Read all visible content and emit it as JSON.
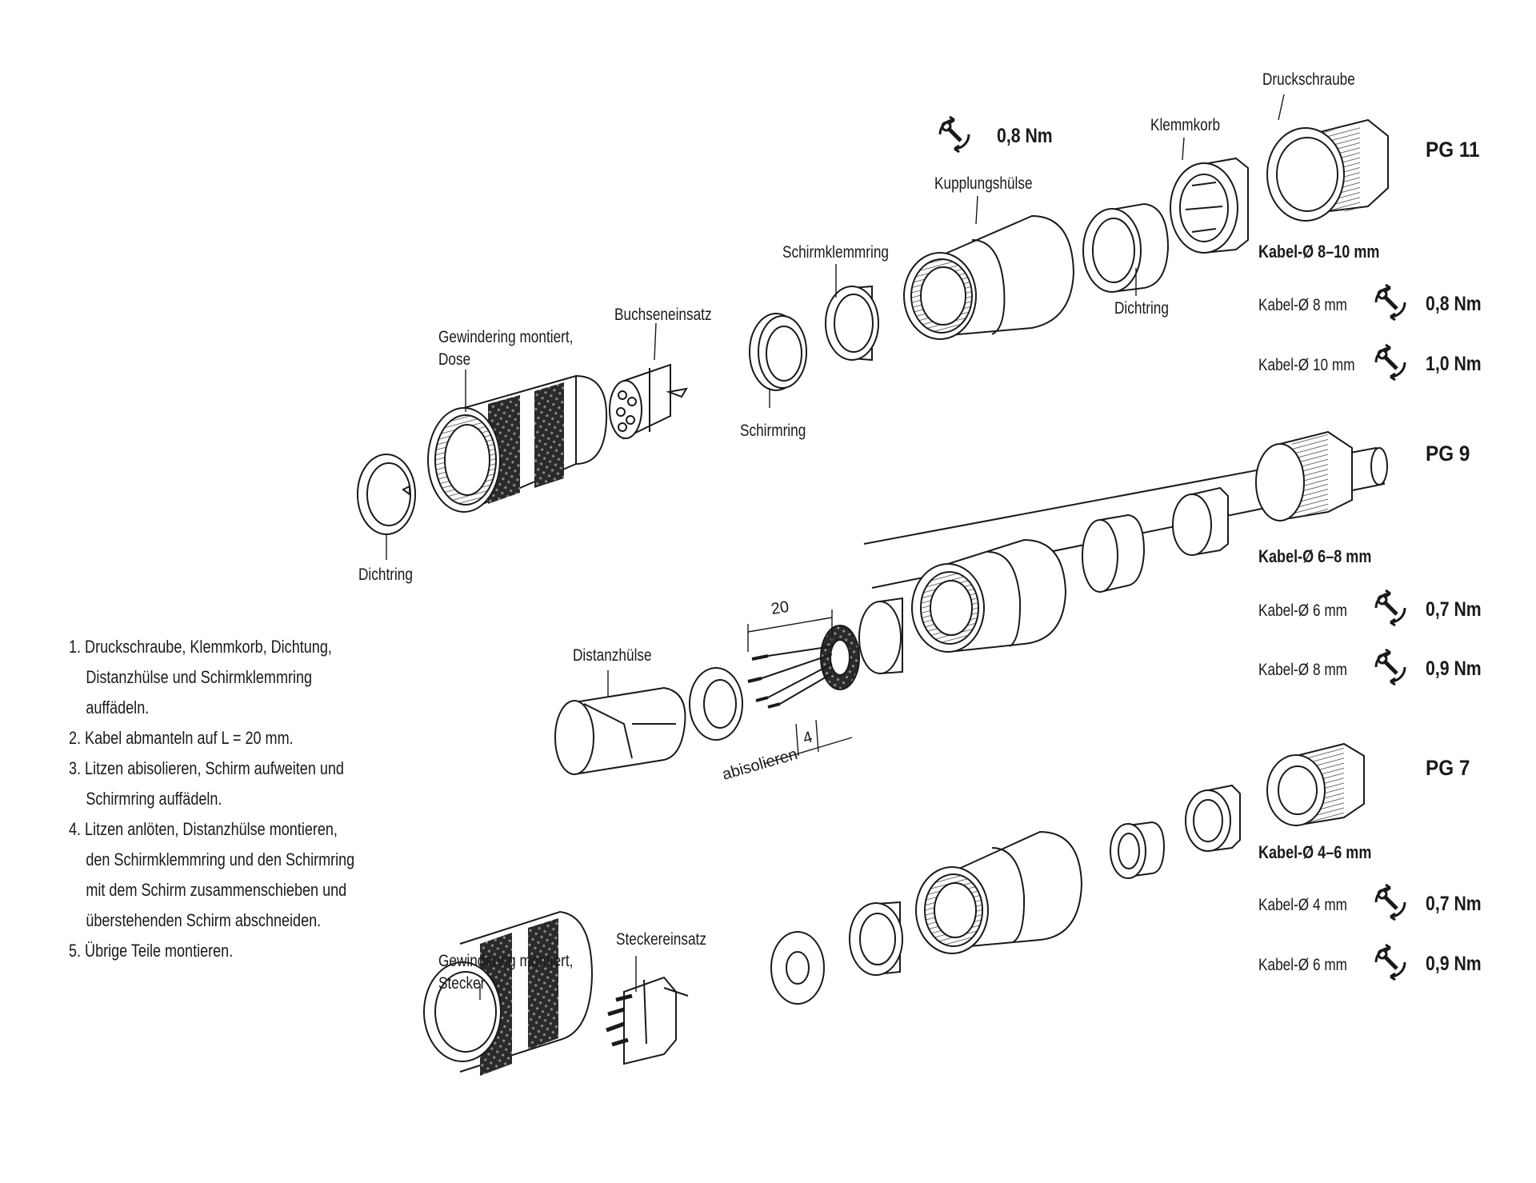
{
  "pg11": {
    "title": "PG 11",
    "cable": "Kabel-Ø 8–10 mm",
    "rows": [
      {
        "label": "Kabel-Ø 8 mm",
        "torque": "0,8 Nm"
      },
      {
        "label": "Kabel-Ø 10 mm",
        "torque": "1,0 Nm"
      }
    ]
  },
  "pg9": {
    "title": "PG 9",
    "cable": "Kabel-Ø 6–8 mm",
    "rows": [
      {
        "label": "Kabel-Ø 6 mm",
        "torque": "0,7 Nm"
      },
      {
        "label": "Kabel-Ø 8 mm",
        "torque": "0,9 Nm"
      }
    ]
  },
  "pg7": {
    "title": "PG 7",
    "cable": "Kabel-Ø 4–6 mm",
    "rows": [
      {
        "label": "Kabel-Ø 4 mm",
        "torque": "0,7 Nm"
      },
      {
        "label": "Kabel-Ø 6 mm",
        "torque": "0,9 Nm"
      }
    ]
  },
  "coupling_torque": "0,8 Nm",
  "labels": {
    "druckschraube": "Druckschraube",
    "klemmkorb": "Klemmkorb",
    "kupplungshuelse": "Kupplungshülse",
    "schirmklemmring": "Schirmklemmring",
    "buchseneinsatz": "Buchseneinsatz",
    "gewindering_dose_1": "Gewindering montiert,",
    "gewindering_dose_2": "Dose",
    "schirmring": "Schirmring",
    "dichtring_top": "Dichtring",
    "dichtring_left": "Dichtring",
    "distanzhuelse": "Distanzhülse",
    "steckereinsatz": "Steckereinsatz",
    "gewindering_stecker_1": "Gewindering montiert,",
    "gewindering_stecker_2": "Stecker"
  },
  "dimensions": {
    "strip_length": "20",
    "insulation_length": "4",
    "insulation_label": "abisolieren"
  },
  "steps": [
    "1. Druckschraube, Klemmkorb, Dichtung, Distanzhülse und Schirmklemmring auffädeln.",
    "2. Kabel abmanteln auf L = 20 mm.",
    "3. Litzen abisolieren, Schirm aufweiten und Schirmring auffädeln.",
    "4. Litzen anlöten, Distanzhülse montieren, den Schirmklemmring und den Schirm­ring mit dem Schirm zusammenschieben und überstehenden Schirm abschneiden.",
    "5. Übrige Teile montieren."
  ]
}
